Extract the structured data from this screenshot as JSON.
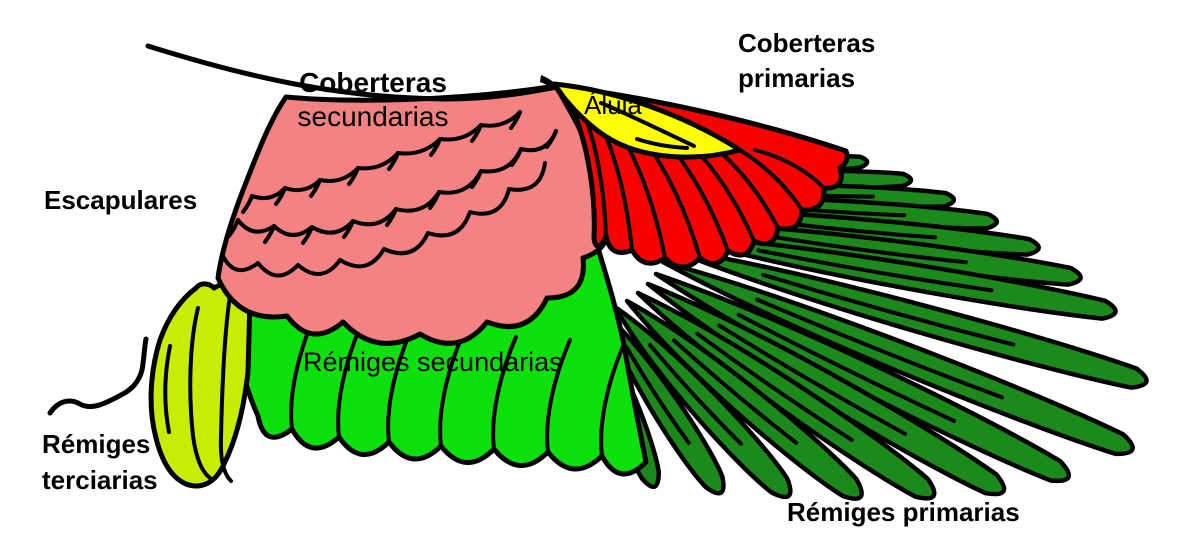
{
  "diagram_title": "Wing feather anatomy (bird wing diagram, Spanish labels)",
  "labels": {
    "coberteras_secundarias_1": "Coberteras",
    "coberteras_secundarias_2": "secundarias",
    "coberteras_primarias_1": "Coberteras",
    "coberteras_primarias_2": "primarias",
    "alula": "Álula",
    "escapulares": "Escapulares",
    "remiges_secundarias": "Rémiges secundarias",
    "remiges_terciarias_1": "Rémiges",
    "remiges_terciarias_2": "terciarias",
    "remiges_primarias": "Rémiges primarias"
  },
  "colors": {
    "secondary_coverts": "#f58282",
    "primary_coverts": "#fa0000",
    "alula": "#ffff00",
    "secondary_remiges": "#0ae00a",
    "primary_remiges": "#1b8a1b",
    "tertiary_remiges": "#c8ec04",
    "outline": "#000000",
    "label_text": "#000000"
  },
  "regions": [
    {
      "id": "coberteras-secundarias",
      "label": "Coberteras secundarias",
      "color": "#f58282"
    },
    {
      "id": "coberteras-primarias",
      "label": "Coberteras primarias",
      "color": "#fa0000"
    },
    {
      "id": "alula",
      "label": "Álula",
      "color": "#ffff00"
    },
    {
      "id": "remiges-secundarias",
      "label": "Rémiges secundarias",
      "color": "#0ae00a"
    },
    {
      "id": "remiges-primarias",
      "label": "Rémiges primarias",
      "color": "#1b8a1b"
    },
    {
      "id": "remiges-terciarias",
      "label": "Rémiges terciarias",
      "color": "#c8ec04"
    },
    {
      "id": "escapulares",
      "label": "Escapulares",
      "color": null
    }
  ]
}
